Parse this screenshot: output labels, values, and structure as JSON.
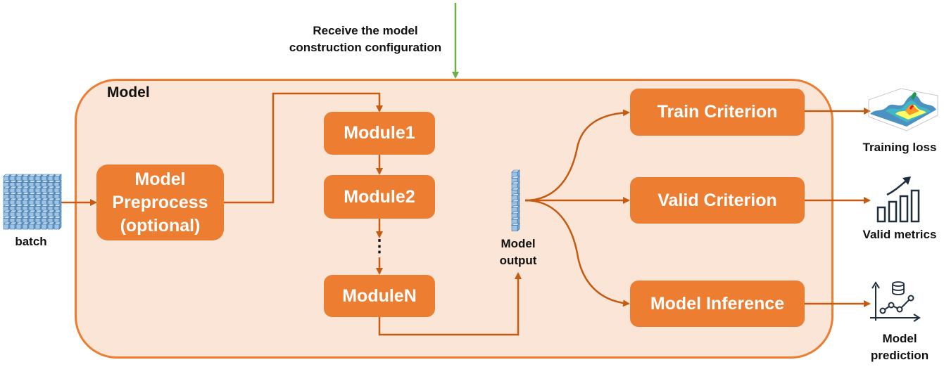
{
  "config": {
    "label_line1": "Receive the model",
    "label_line2": "construction configuration"
  },
  "model": {
    "title": "Model"
  },
  "batch": {
    "label": "batch"
  },
  "preprocess": {
    "line1": "Model",
    "line2": "Preprocess",
    "line3": "(optional)"
  },
  "modules": {
    "m1": "Module1",
    "m2": "Module2",
    "ellipsis": "⋮",
    "mn": "ModuleN"
  },
  "output": {
    "line1": "Model",
    "line2": "output"
  },
  "criteria": {
    "train": "Train Criterion",
    "valid": "Valid Criterion",
    "inference": "Model Inference"
  },
  "results": {
    "training_loss": "Training loss",
    "valid_metrics": "Valid metrics",
    "prediction_line1": "Model",
    "prediction_line2": "prediction"
  },
  "colors": {
    "accent": "#ed7d31",
    "fill": "#fbe5d6",
    "arrow": "#c55a11",
    "config_arrow": "#70ad47",
    "cube": "#9dc3e6",
    "icon": "#1f2d3d"
  }
}
